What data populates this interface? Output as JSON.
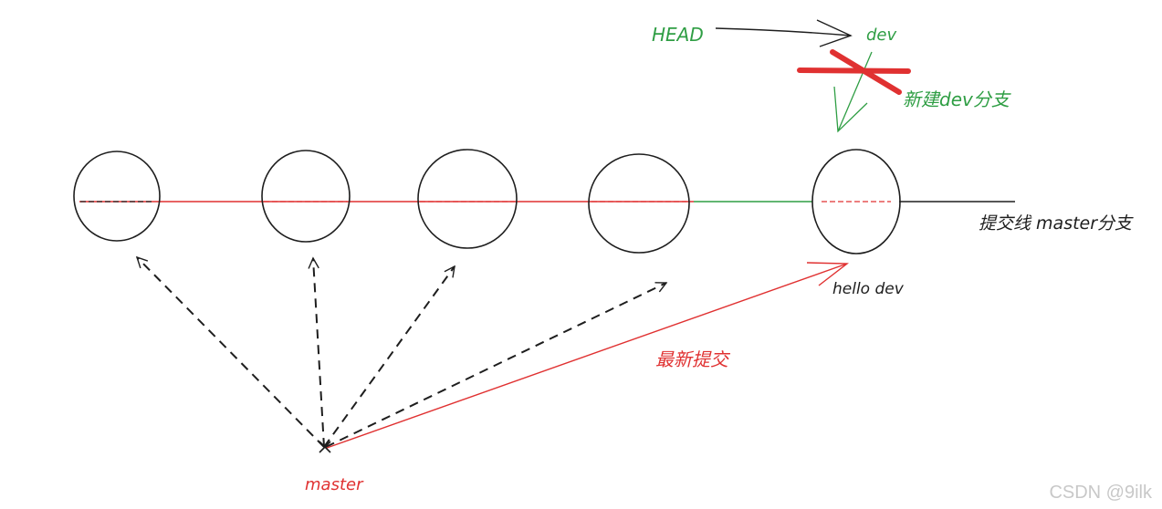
{
  "colors": {
    "ink": "#1e1e1e",
    "red": "#e03131",
    "green": "#2f9e44",
    "thick_red": "#e03131",
    "watermark": "#c8c8c8"
  },
  "labels": {
    "head": "HEAD",
    "dev": "dev",
    "new_dev_branch": "新建dev分支",
    "commit_line_master": "提交线 master分支",
    "hello_dev": "hello dev",
    "latest_commit": "最新提交",
    "master": "master"
  },
  "watermark": "CSDN @9ilk"
}
